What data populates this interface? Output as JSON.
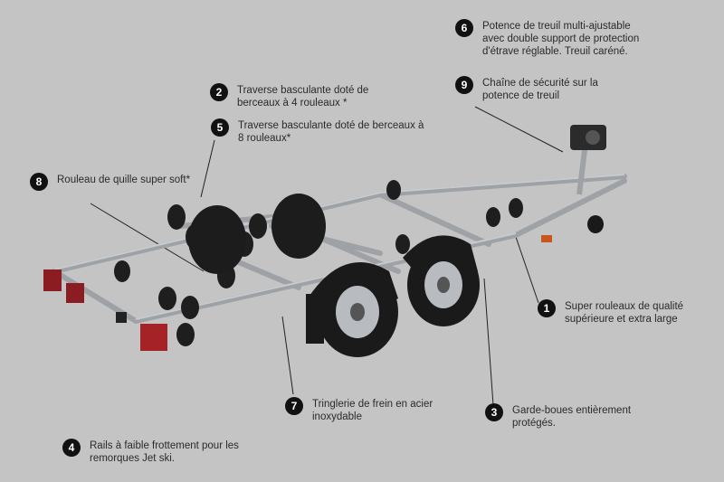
{
  "callouts": [
    {
      "num": "1",
      "text": "Super rouleaux de qualité\nsupérieure et extra large"
    },
    {
      "num": "2",
      "text": "Traverse basculante doté de\nberceaux à 4 rouleaux *"
    },
    {
      "num": "3",
      "text": "Garde-boues entièrement\nprotégés."
    },
    {
      "num": "4",
      "text": "Rails à faible frottement pour les\nremorques Jet ski."
    },
    {
      "num": "5",
      "text": "Traverse basculante doté de berceaux à\n8 rouleaux*"
    },
    {
      "num": "6",
      "text": "Potence de treuil multi-ajustable\navec double support de protection\nd'étrave réglable. Treuil caréné."
    },
    {
      "num": "7",
      "text": "Tringlerie de frein en acier\ninoxydable"
    },
    {
      "num": "8",
      "text": "Rouleau de quille super soft*"
    },
    {
      "num": "9",
      "text": "Chaîne de sécurité sur la\npotence de treuil"
    }
  ]
}
